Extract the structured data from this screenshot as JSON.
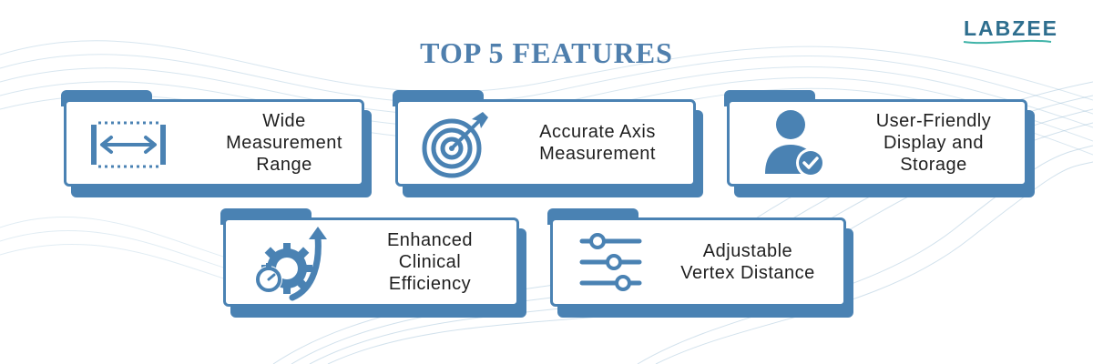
{
  "brand": {
    "logo_text": "LABZEE"
  },
  "title": "TOP 5 FEATURES",
  "features": [
    {
      "label_lines": [
        "Wide",
        "Measurement",
        "Range"
      ],
      "icon": "width-arrows-icon"
    },
    {
      "label_lines": [
        "Accurate Axis",
        "Measurement"
      ],
      "icon": "target-icon"
    },
    {
      "label_lines": [
        "User-Friendly",
        "Display and",
        "Storage"
      ],
      "icon": "user-check-icon"
    },
    {
      "label_lines": [
        "Enhanced",
        "Clinical",
        "Efficiency"
      ],
      "icon": "gear-growth-icon"
    },
    {
      "label_lines": [
        "Adjustable",
        "Vertex Distance"
      ],
      "icon": "sliders-icon"
    }
  ],
  "colors": {
    "accent": "#4a82b3",
    "title": "#4f7fad",
    "logo": "#2e6e8e",
    "text": "#1f1f1f"
  }
}
